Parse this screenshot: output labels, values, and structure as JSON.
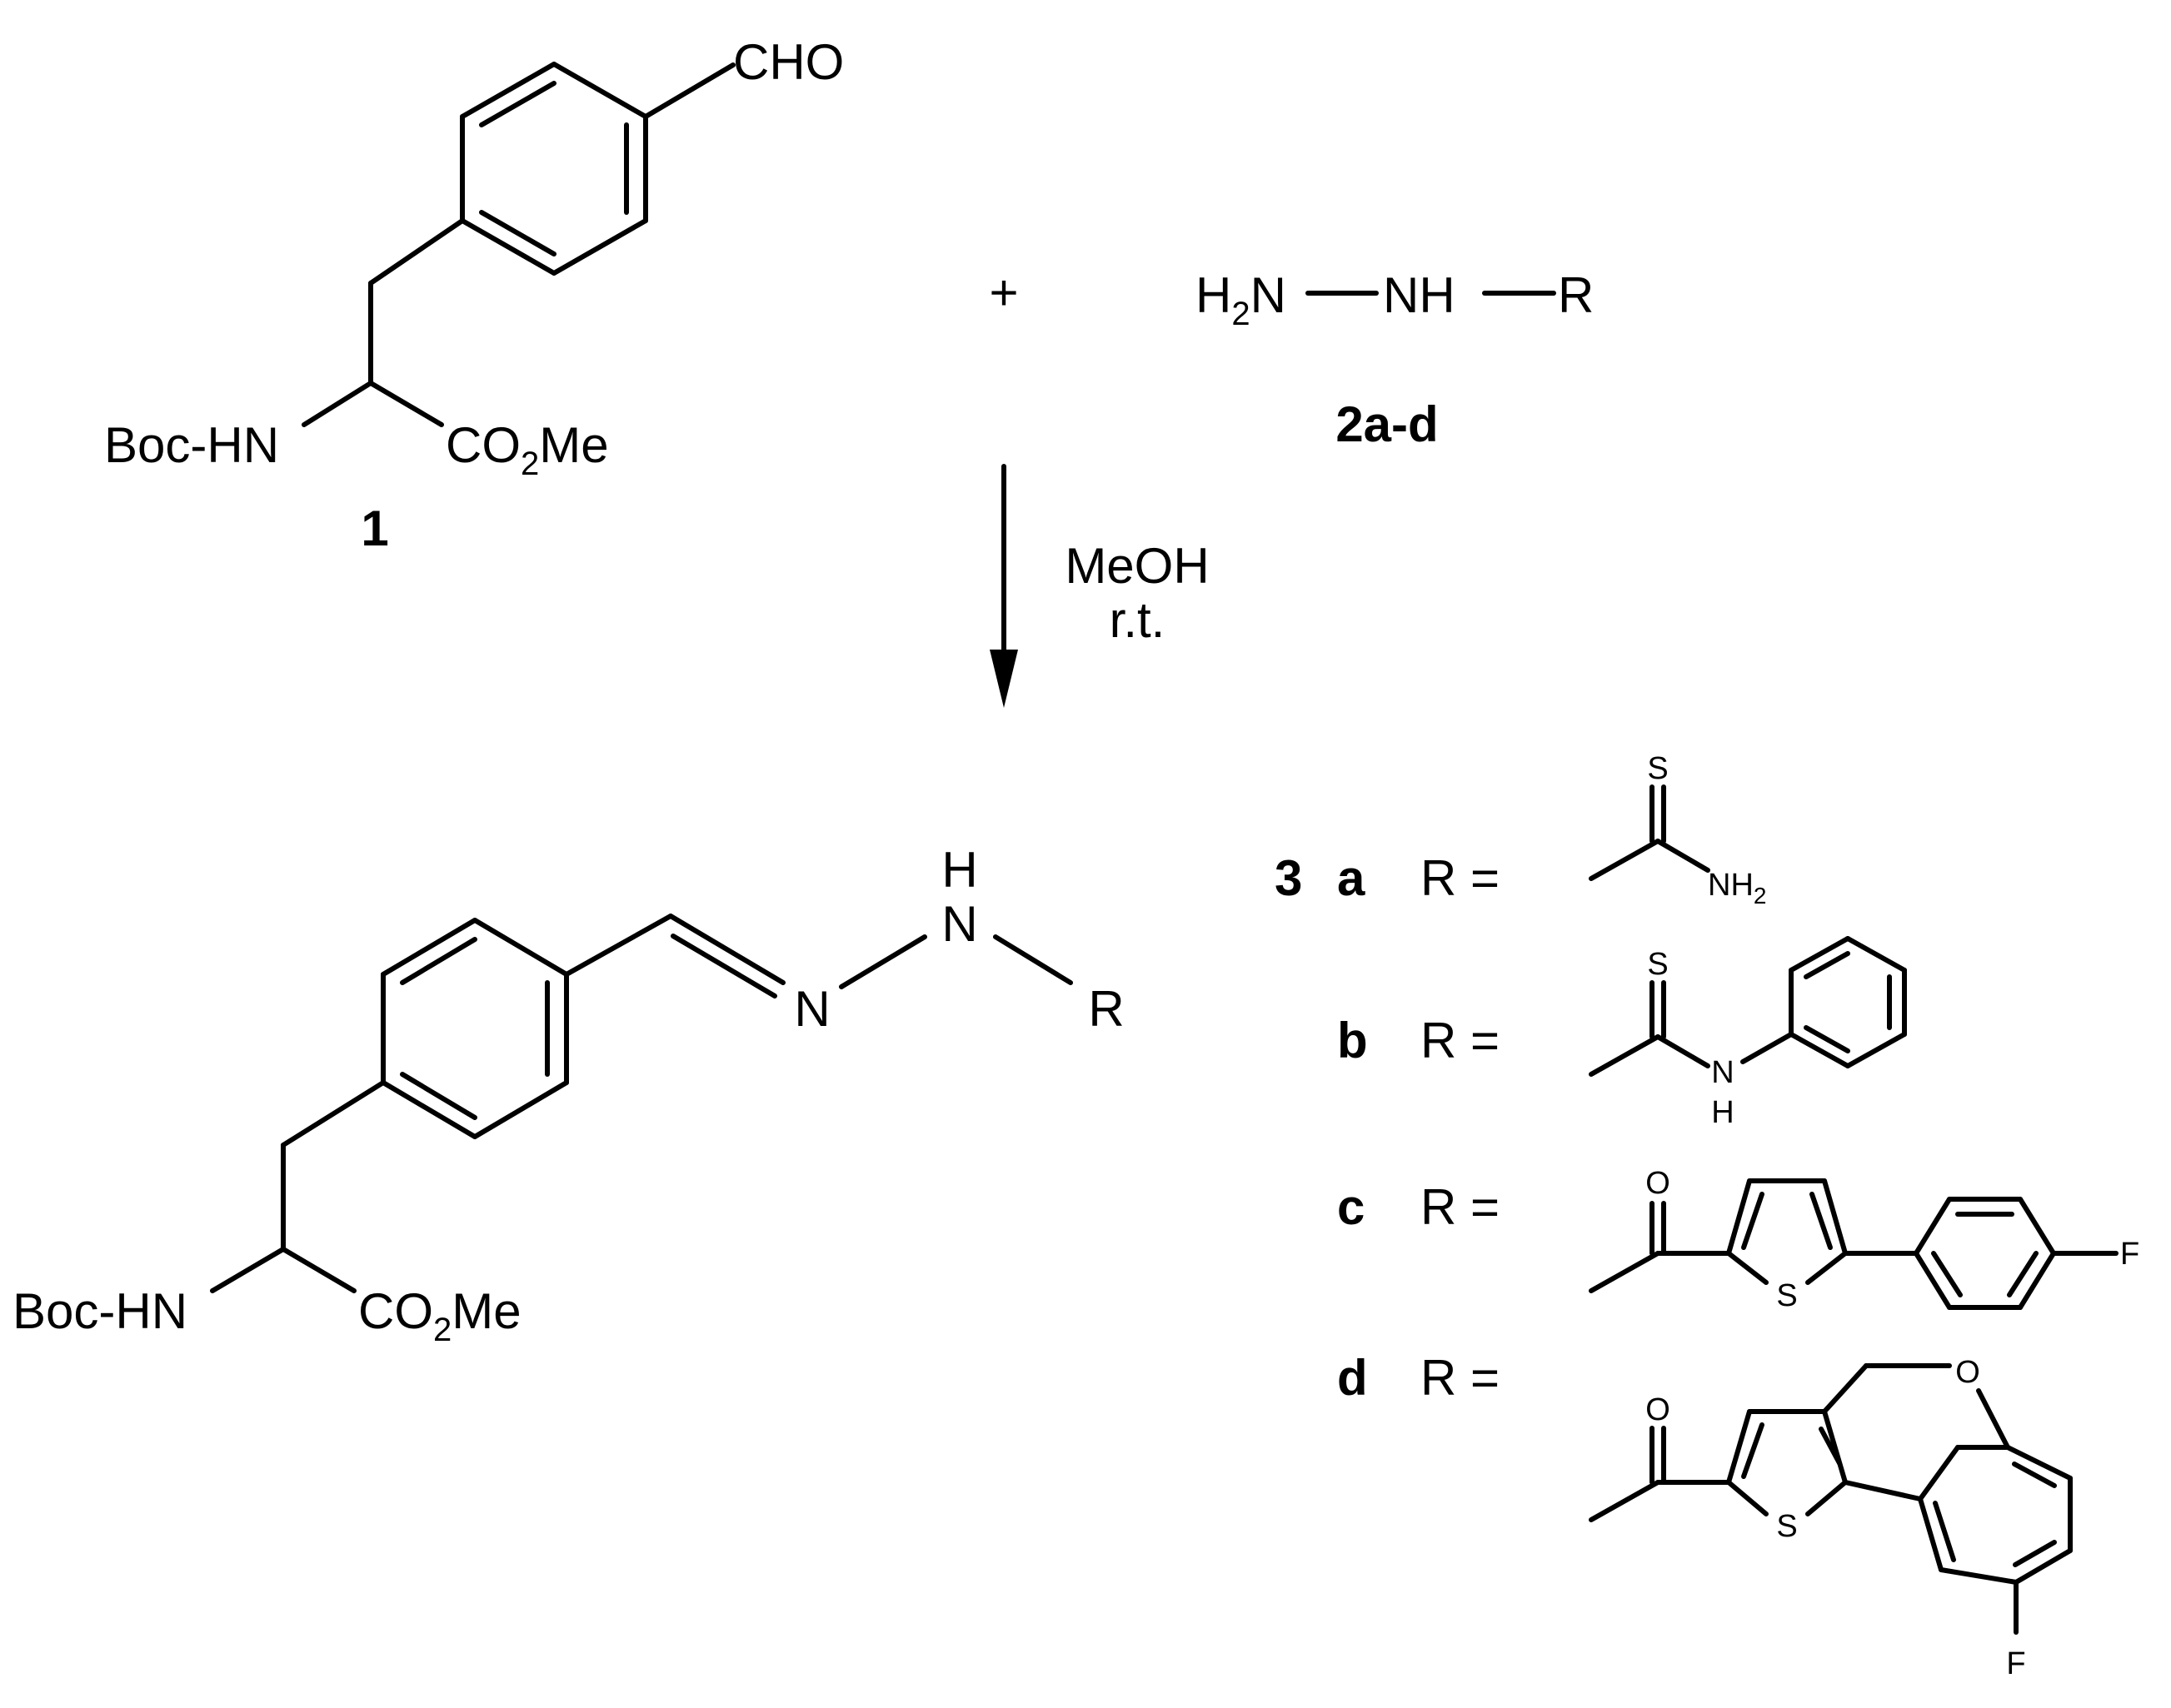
{
  "reactant1": {
    "aldehyde": "CHO",
    "amine": "Boc-HN",
    "ester_prefix": "CO",
    "ester_sub": "2",
    "ester_suffix": "Me",
    "label": "1"
  },
  "plus": "+",
  "reactant2": {
    "h": "H",
    "h_sub": "2",
    "n1": "N",
    "nh": "NH",
    "r": "R",
    "label": "2a-d"
  },
  "conditions": {
    "solvent": "MeOH",
    "temperature": "r.t."
  },
  "product": {
    "amine": "Boc-HN",
    "ester_prefix": "CO",
    "ester_sub": "2",
    "ester_suffix": "Me",
    "imine_n": "N",
    "nh_h": "H",
    "nh_n": "N",
    "r": "R"
  },
  "r_groups": {
    "compound_number": "3",
    "equals": "R =",
    "a": {
      "letter": "a",
      "s": "S",
      "nh2": "NH",
      "nh2_sub": "2"
    },
    "b": {
      "letter": "b",
      "s": "S",
      "n": "N",
      "h": "H"
    },
    "c": {
      "letter": "c",
      "o": "O",
      "s": "S",
      "f": "F"
    },
    "d": {
      "letter": "d",
      "o_ketone": "O",
      "o_ring": "O",
      "s": "S",
      "f": "F"
    }
  }
}
